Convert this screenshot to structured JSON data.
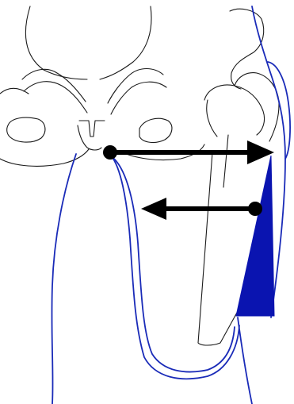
{
  "figure": {
    "colors": {
      "background": "#ffffff",
      "bone_outline": "#1a1a1a",
      "soft_tissue_outline": "#1a2bb8",
      "wedge_fill": "#0a14b0",
      "arrow": "#000000"
    },
    "elements": [
      "pelvis-outline",
      "femur-outline",
      "soft-tissue-contour",
      "shaded-wedge",
      "upper-arrow",
      "lower-arrow"
    ]
  }
}
